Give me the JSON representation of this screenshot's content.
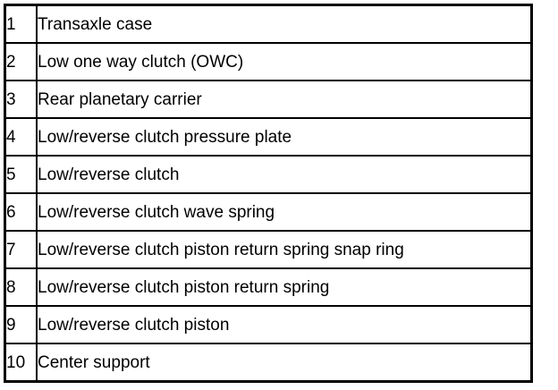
{
  "colors": {
    "background": "#ffffff",
    "border": "#000000",
    "text": "#000000"
  },
  "table": {
    "columns": [
      "number",
      "part_name"
    ],
    "rows": [
      {
        "num": "1",
        "label": "Transaxle case"
      },
      {
        "num": "2",
        "label": "Low one way clutch (OWC)"
      },
      {
        "num": "3",
        "label": "Rear planetary carrier"
      },
      {
        "num": "4",
        "label": "Low/reverse clutch pressure plate"
      },
      {
        "num": "5",
        "label": "Low/reverse clutch"
      },
      {
        "num": "6",
        "label": "Low/reverse clutch wave spring"
      },
      {
        "num": "7",
        "label": "Low/reverse clutch piston return spring snap ring"
      },
      {
        "num": "8",
        "label": "Low/reverse clutch piston return spring"
      },
      {
        "num": "9",
        "label": "Low/reverse clutch piston"
      },
      {
        "num": "10",
        "label": "Center support"
      }
    ]
  }
}
